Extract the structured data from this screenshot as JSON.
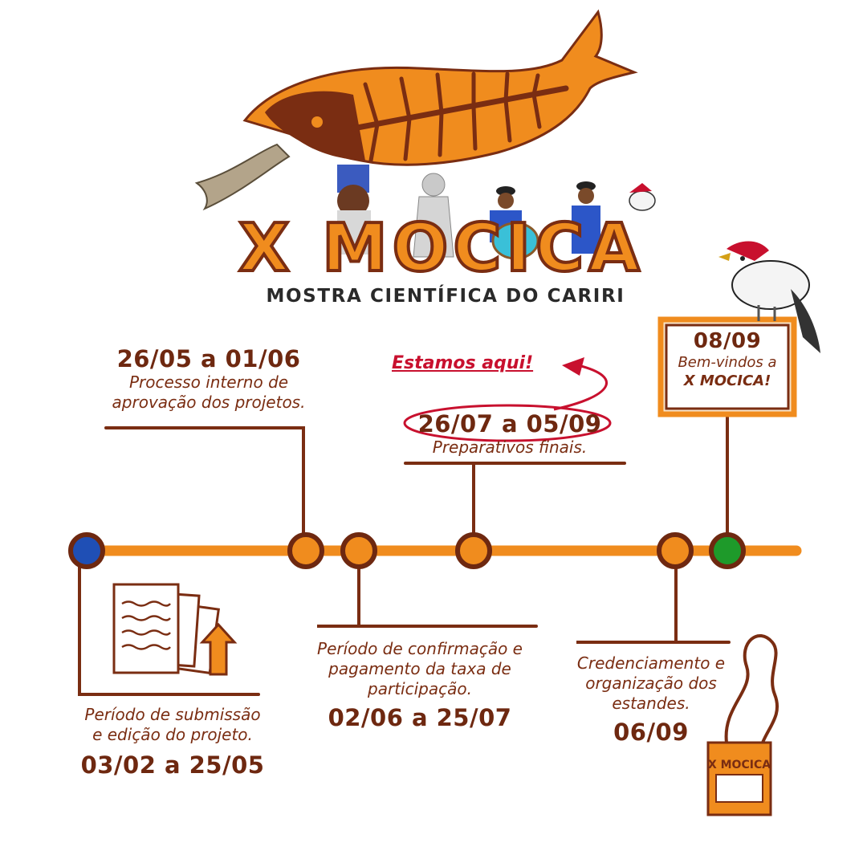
{
  "header": {
    "logo_text": "X MOCICA",
    "subtitle": "MOSTRA CIENTÍFICA DO CARIRI"
  },
  "current_marker": "Estamos aqui!",
  "milestones": [
    {
      "date": "03/02 a 25/05",
      "desc_lines": [
        "Período de submissão",
        "e edição do projeto."
      ]
    },
    {
      "date": "26/05 a 01/06",
      "desc_lines": [
        "Processo interno de",
        "aprovação dos projetos."
      ]
    },
    {
      "date": "02/06 a 25/07",
      "desc_lines": [
        "Período de confirmação e",
        "pagamento da taxa de",
        "participação."
      ]
    },
    {
      "date": "26/07 a 05/09",
      "desc_lines": [
        "Preparativos finais."
      ]
    },
    {
      "date": "06/09",
      "desc_lines": [
        "Credenciamento e",
        "organização dos",
        "estandes."
      ]
    },
    {
      "date": "08/09",
      "desc_lines": [
        "Bem-vindos a",
        "X MOCICA!"
      ]
    }
  ],
  "badge_text": "X MOCICA",
  "colors": {
    "orange": "#f08c1e",
    "brown": "#7a2d12",
    "dark_brown": "#6e2810",
    "blue_node": "#1f4fb5",
    "green_node": "#1e9a2a",
    "red_marker": "#c8102e"
  }
}
